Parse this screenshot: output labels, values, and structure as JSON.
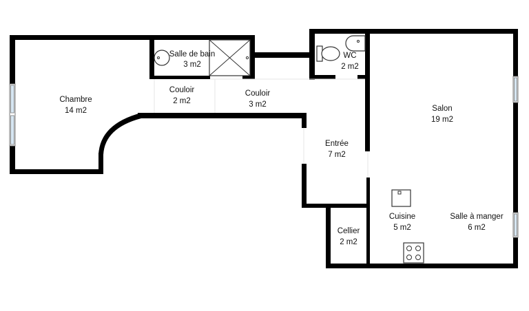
{
  "rooms": [
    {
      "key": "chambre",
      "name": "Chambre",
      "area": "14 m2"
    },
    {
      "key": "sdb",
      "name": "Salle de bain",
      "area": "3 m2"
    },
    {
      "key": "couloir1",
      "name": "Couloir",
      "area": "2 m2"
    },
    {
      "key": "couloir2",
      "name": "Couloir",
      "area": "3 m2"
    },
    {
      "key": "wc",
      "name": "WC",
      "area": "2 m2"
    },
    {
      "key": "salon",
      "name": "Salon",
      "area": "19 m2"
    },
    {
      "key": "entree",
      "name": "Entrée",
      "area": "7 m2"
    },
    {
      "key": "cellier",
      "name": "Cellier",
      "area": "2 m2"
    },
    {
      "key": "cuisine",
      "name": "Cuisine",
      "area": "5 m2"
    },
    {
      "key": "salle_a_manger",
      "name": "Salle à manger",
      "area": "6 m2"
    }
  ],
  "fixtures": {
    "sink_bathroom": "sink-icon",
    "shower": "shower-icon",
    "toilet": "toilet-icon",
    "sink_wc": "sink-icon",
    "sink_kitchen": "sink-icon",
    "cooktop": "cooktop-icon"
  },
  "colors": {
    "wall": "#000000",
    "window": "#d6e6f2",
    "background": "#ffffff"
  }
}
